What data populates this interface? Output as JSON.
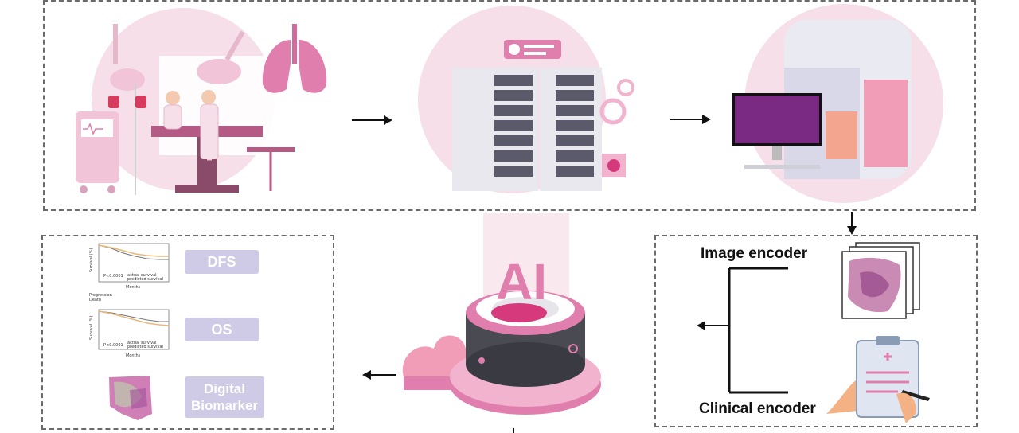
{
  "outcomes": {
    "dfs_label": "DFS",
    "os_label": "OS",
    "biomarker_label": "Digital Biomarker"
  },
  "encoders": {
    "image_label": "Image encoder",
    "clinical_label": "Clinical encoder"
  },
  "km_plots": {
    "top": {
      "ylabel": "Survival (%)",
      "xlabel": "Months",
      "ptext": "P<0.0001",
      "legend": [
        "actual survival",
        "predicted survival"
      ]
    },
    "bottom": {
      "ylabel": "Survival (%)",
      "xlabel": "Months",
      "ptext": "P<0.0001",
      "legend": [
        "actual survival",
        "predicted survival"
      ]
    },
    "between_label": [
      "Progression",
      "Death"
    ]
  },
  "ai_text": "AI",
  "colors": {
    "accent_pink": "#e07fae",
    "soft_pink": "#f6dfe8",
    "pill": "#cfcbe6",
    "dark": "#333333"
  }
}
